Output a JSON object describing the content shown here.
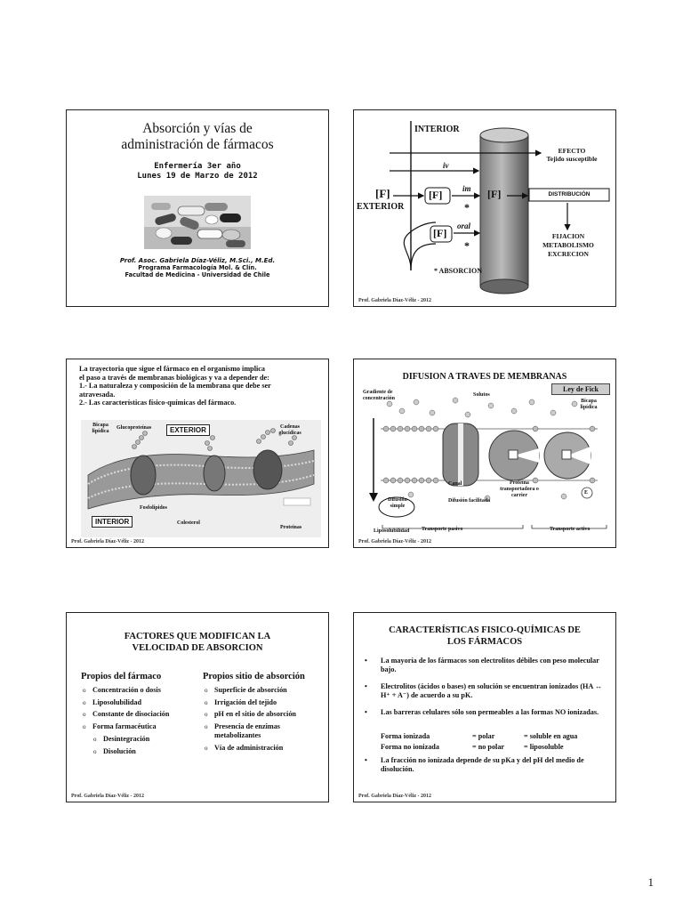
{
  "slide1": {
    "title_line1": "Absorción y vías de",
    "title_line2": "administración de fármacos",
    "sub_line1": "Enfermería 3er año",
    "sub_line2": "Lunes 19 de Marzo de 2012",
    "author_line1": "Prof. Asoc. Gabriela Díaz-Véliz, M.Sci., M.Ed.",
    "author_line2": "Programa Farmacología Mol. & Clín.",
    "author_line3": "Facultad de Medicina - Universidad de Chile"
  },
  "slide2": {
    "interior": "INTERIOR",
    "exterior": "EXTERIOR",
    "iv": "iv",
    "im": "im",
    "oral": "oral",
    "f_outer": "[F]",
    "f_im": "[F]",
    "f_inner": "[F]",
    "f_oral": "[F]",
    "star": "*",
    "efecto": "EFECTO",
    "tejido": "Tejido susceptible",
    "distribucion": "DISTRIBUCIÓN",
    "fijacion": "FIJACION",
    "metabolismo": "METABOLISMO",
    "excrecion": "EXCRECION",
    "absorcion": "* ABSORCION",
    "footer": "Prof. Gabriela Díaz-Véliz - 2012"
  },
  "slide3": {
    "line1": "La trayectoria que sigue el fármaco en el organismo implica",
    "line2": "el paso a través de membranas biológicas y va a depender de:",
    "line3": "1.- La naturaleza y composición de la membrana que debe ser",
    "line4": "atravesada.",
    "line5": "2.- Las características físico-químicas del fármaco.",
    "bicapa": "Bicapa lipídica",
    "gluco": "Glucoproteínas",
    "exterior": "EXTERIOR",
    "cadenas": "Cadenas glucídicas",
    "fosfo": "Fosfolípidos",
    "interior": "INTERIOR",
    "colesterol": "Colesterol",
    "proteinas": "Proteínas",
    "footer": "Prof. Gabriela Díaz-Véliz - 2012"
  },
  "slide4": {
    "title": "DIFUSION A TRAVES DE MEMBRANAS",
    "fick": "Ley de Fick",
    "gradiente": "Gradiente de concentración",
    "solutos": "Solutos",
    "bicapa": "Bicapa lipídica",
    "canal": "Canal",
    "proteina": "Proteína transportadora o carrier",
    "dif_simple": "Difusión simple",
    "dif_facil": "Difusión facilitada",
    "lipo": "Liposolubilidad",
    "pasivo": "Transporte pasivo",
    "activo": "Transporte activo",
    "e": "E",
    "footer": "Prof. Gabriela Díaz-Véliz - 2012"
  },
  "slide5": {
    "title_line1": "FACTORES QUE MODIFICAN LA",
    "title_line2": "VELOCIDAD DE ABSORCION",
    "col1_title": "Propios del fármaco",
    "col1_items": [
      "Concentración o dosis",
      "Liposolubilidad",
      "Constante de disociación",
      "Forma farmacéutica"
    ],
    "col1_sub": [
      "Desintegración",
      "Disolución"
    ],
    "col2_title": "Propios sitio de absorción",
    "col2_items": [
      "Superficie de absorción",
      "Irrigación del tejido",
      "pH en el sitio de absorción",
      "Presencia de enzimas metabolizantes",
      "Vía de administración"
    ],
    "footer": "Prof. Gabriela Díaz-Véliz - 2012"
  },
  "slide6": {
    "title_line1": "CARACTERÍSTICAS FISICO-QUÍMICAS DE",
    "title_line2": "LOS FÁRMACOS",
    "b1": "La mayoría de los fármacos son electrolitos débiles con peso molecular bajo.",
    "b2": "Electrolitos (ácidos o bases) en solución se encuentran ionizados (HA ↔ H⁺ + A⁻) de acuerdo a su pK.",
    "b3": "Las barreras celulares sólo son permeables a las formas NO ionizadas.",
    "row1": [
      "Forma ionizada",
      "= polar",
      "= soluble en agua"
    ],
    "row2": [
      "Forma no ionizada",
      "= no polar",
      "= liposoluble"
    ],
    "b4": "La fracción no ionizada depende de su pKa y del pH del medio de disolución.",
    "footer": "Prof. Gabriela Díaz-Véliz - 2012"
  },
  "page_number": "1"
}
